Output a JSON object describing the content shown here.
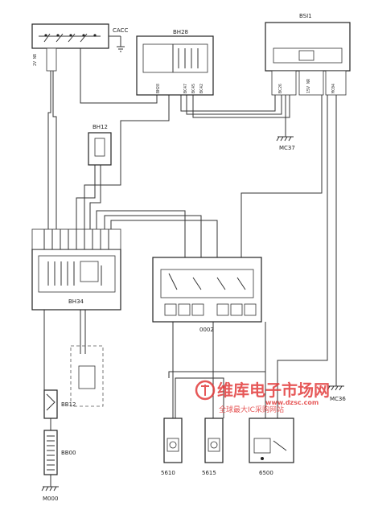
{
  "components": {
    "cacc": "CACC",
    "bh28": "BH28",
    "bsi1": "BSI1",
    "bh12": "BH12",
    "bh34": "BH34",
    "c0002": "0002",
    "bb12": "BB12",
    "bb00": "BB00",
    "c5610": "5610",
    "c5615": "5615",
    "c6500": "6500"
  },
  "grounds": {
    "mc37": "MC37",
    "mc36": "MC36",
    "m000": "M000"
  },
  "watermark": {
    "brand": "维库电子市场网",
    "url": "www.dzsc.com",
    "slogan": "全球最大IC采购网站"
  }
}
